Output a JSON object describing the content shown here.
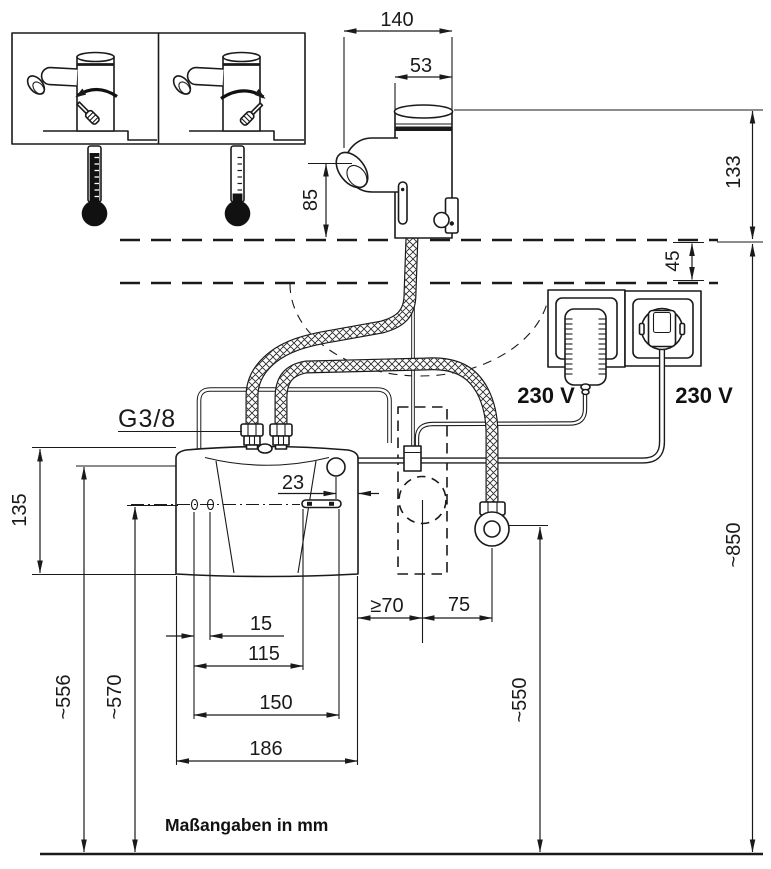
{
  "diagram": {
    "unit_note": "Maßangaben in mm",
    "thread_label": "G3/8",
    "voltage_left": "230 V",
    "voltage_right": "230 V",
    "dims": {
      "d140": "140",
      "d53": "53",
      "d85": "85",
      "d133": "133",
      "d45": "45",
      "d850": "~850",
      "d556": "~556",
      "d570": "~570",
      "d550": "~550",
      "d135": "135",
      "d23": "23",
      "d70": "≥70",
      "d75": "75",
      "d15": "15",
      "d115": "115",
      "d150": "150",
      "d186": "186"
    }
  }
}
